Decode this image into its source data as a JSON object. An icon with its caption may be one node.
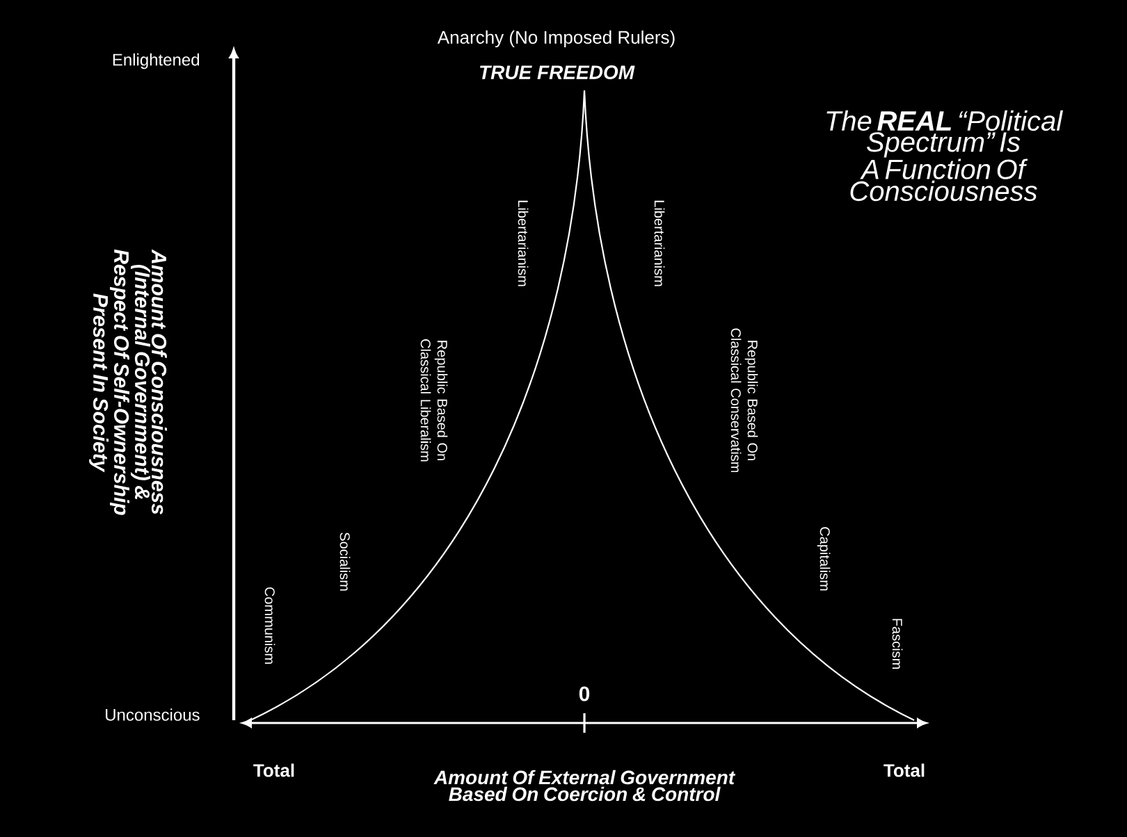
{
  "diagram": {
    "title": "The **REAL** “Political Spectrum” Is A Function Of Consciousness",
    "labels": [
      "Anarchy (No Imposed Rulers)",
      "TRUE FREEDOM",
      "Enlightened",
      "Amount Of Consciousness (Internal Government) & Respect Of Self-Ownership Present In Society",
      "Libertarianism",
      "Libertarianism",
      "Republic Based On Classical Liberalism",
      "Republic Based On Classical Conservatism",
      "Socialism",
      "Capitalism",
      "Communism",
      "Fascism",
      "Unconscious",
      "0",
      "Total",
      "Amount Of External Government Based On Coercion & Control",
      "Total"
    ]
  }
}
